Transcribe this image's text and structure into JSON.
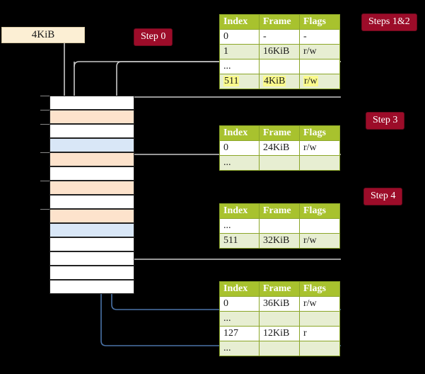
{
  "diagram": {
    "title_boxes": {
      "source_box_label": "4KiB"
    },
    "steps": {
      "step0": "Step 0",
      "steps12": "Steps 1&2",
      "step3": "Step 3",
      "step4": "Step 4"
    },
    "table_headers": {
      "index": "Index",
      "frame": "Frame",
      "flags": "Flags"
    },
    "tables": [
      {
        "name": "level4-table",
        "rows": [
          {
            "index": "0",
            "frame": "-",
            "flags": "-",
            "style": "plain"
          },
          {
            "index": "1",
            "frame": "16KiB",
            "flags": "r/w",
            "style": "alt"
          },
          {
            "index": "...",
            "frame": "",
            "flags": "",
            "style": "plain"
          },
          {
            "index": "511",
            "frame": "4KiB",
            "flags": "r/w",
            "style": "highlight"
          }
        ]
      },
      {
        "name": "level3-table",
        "rows": [
          {
            "index": "0",
            "frame": "24KiB",
            "flags": "r/w",
            "style": "plain"
          },
          {
            "index": "...",
            "frame": "",
            "flags": "",
            "style": "alt"
          }
        ]
      },
      {
        "name": "level2-table",
        "rows": [
          {
            "index": "...",
            "frame": "",
            "flags": "",
            "style": "plain"
          },
          {
            "index": "511",
            "frame": "32KiB",
            "flags": "r/w",
            "style": "alt"
          }
        ]
      },
      {
        "name": "level1-table",
        "rows": [
          {
            "index": "0",
            "frame": "36KiB",
            "flags": "r/w",
            "style": "plain"
          },
          {
            "index": "...",
            "frame": "",
            "flags": "",
            "style": "alt"
          },
          {
            "index": "127",
            "frame": "12KiB",
            "flags": "r",
            "style": "plain"
          },
          {
            "index": "...",
            "frame": "",
            "flags": "",
            "style": "alt"
          }
        ]
      }
    ],
    "memory_column": {
      "name": "physical-memory-frames",
      "row_count": 14,
      "rows": [
        {
          "fill": "white"
        },
        {
          "fill": "orange"
        },
        {
          "fill": "white"
        },
        {
          "fill": "blue"
        },
        {
          "fill": "orange"
        },
        {
          "fill": "white"
        },
        {
          "fill": "orange"
        },
        {
          "fill": "white"
        },
        {
          "fill": "orange"
        },
        {
          "fill": "blue"
        },
        {
          "fill": "white"
        },
        {
          "fill": "white"
        },
        {
          "fill": "white"
        },
        {
          "fill": "white"
        }
      ]
    },
    "colors": {
      "accent_pill": "#9c0c29",
      "table_header": "#a8c22e",
      "table_alt_row": "#e7eed2",
      "highlight": "#fafa8c",
      "frame_orange": "#fde3cc",
      "frame_blue": "#d9e7f7",
      "source_box": "#fcefd4",
      "background": "#000000"
    }
  }
}
